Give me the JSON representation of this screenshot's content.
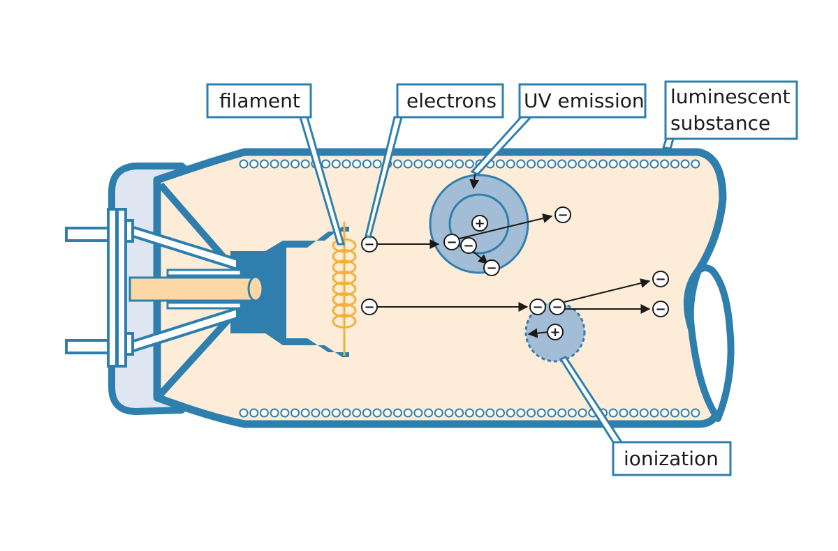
{
  "labels": {
    "filament": "filament",
    "electrons": "electrons",
    "uv_emission": "UV emission",
    "luminescent_line1": "luminescent",
    "luminescent_line2": "substance",
    "ionization": "ionization"
  },
  "symbols": {
    "electron": "−",
    "ion": "+"
  },
  "colors": {
    "tube_outline": "#2e7fad",
    "tube_fill": "#fdecd7",
    "base_fill": "#dfe6f1",
    "filament": "#f2b13c",
    "atom_fill": "#a4bdd7",
    "pin_fill": "#fdd8a4",
    "label_border": "#2e7fad",
    "arrow": "#1a1a1a"
  },
  "icons": {
    "electron": "minus-in-circle",
    "ion": "plus-in-circle",
    "phosphor_bead": "small-circle"
  }
}
